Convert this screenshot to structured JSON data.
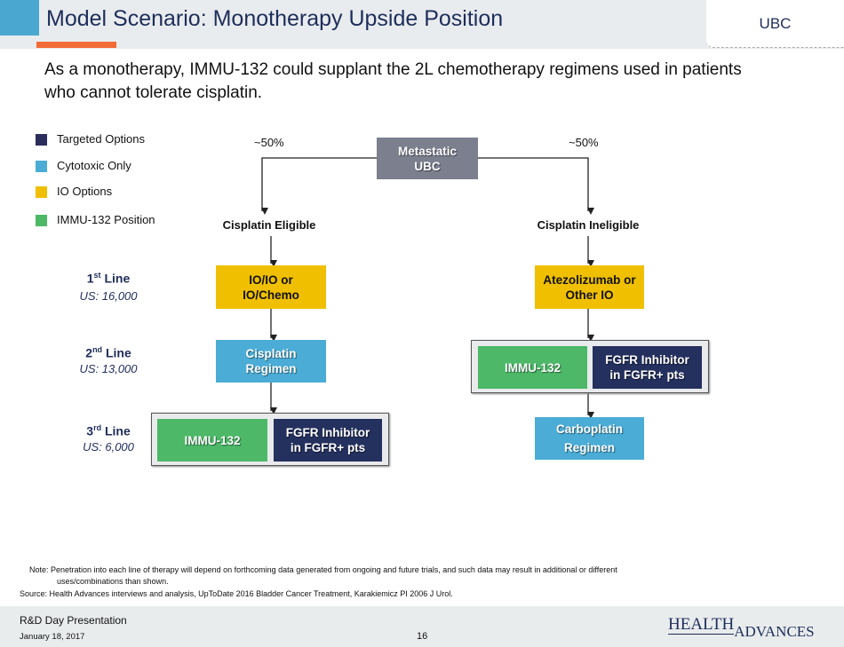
{
  "header": {
    "title": "Model Scenario: Monotherapy Upside Position",
    "tag": "UBC"
  },
  "subtitle": "As a monotherapy, IMMU-132 could supplant the 2L chemotherapy regimens used in patients who cannot tolerate cisplatin.",
  "legend": [
    {
      "label": "Targeted Options",
      "color": "#2b2d5c"
    },
    {
      "label": "Cytotoxic Only",
      "color": "#4bacd6"
    },
    {
      "label": "IO Options",
      "color": "#f0c000"
    },
    {
      "label": "IMMU-132 Position",
      "color": "#4cb868"
    }
  ],
  "lines": [
    {
      "ord": "1",
      "sup": "st",
      "label": "Line",
      "us": "US: 16,000"
    },
    {
      "ord": "2",
      "sup": "nd",
      "label": "Line",
      "us": "US: 13,000"
    },
    {
      "ord": "3",
      "sup": "rd",
      "label": "Line",
      "us": "US: 6,000"
    }
  ],
  "flow": {
    "root": "Metastatic UBC",
    "left_pct": "~50%",
    "right_pct": "~50%",
    "left_branch": "Cisplatin Eligible",
    "right_branch": "Cisplatin Ineligible",
    "left_1l": "IO/IO or IO/Chemo",
    "left_2l": "Cisplatin Regimen",
    "left_3l_a": "IMMU-132",
    "left_3l_b": "FGFR Inhibitor in FGFR+ pts",
    "right_1l": "Atezolizumab or Other IO",
    "right_2l_a": "IMMU-132",
    "right_2l_b": "FGFR Inhibitor in FGFR+ pts",
    "right_3l": "Carboplatin Regimen"
  },
  "colors": {
    "gray": "#7b7f8e",
    "yellow": "#f0c000",
    "blue": "#4bacd6",
    "navy": "#24305e",
    "green": "#4cb868"
  },
  "notes": {
    "note": "Note: Penetration into each line of therapy will depend on forthcoming data generated from ongoing and future trials, and such data may result in additional or different",
    "note2": "uses/combinations than shown.",
    "source": "Source:  Health Advances interviews and analysis, UpToDate 2016 Bladder Cancer Treatment, Karakiemicz PI 2006 J   Urol."
  },
  "footer": {
    "presentation": "R&D Day Presentation",
    "date": "January 18, 2017",
    "page": "16",
    "logo": "HEALTH ADVANCES"
  }
}
